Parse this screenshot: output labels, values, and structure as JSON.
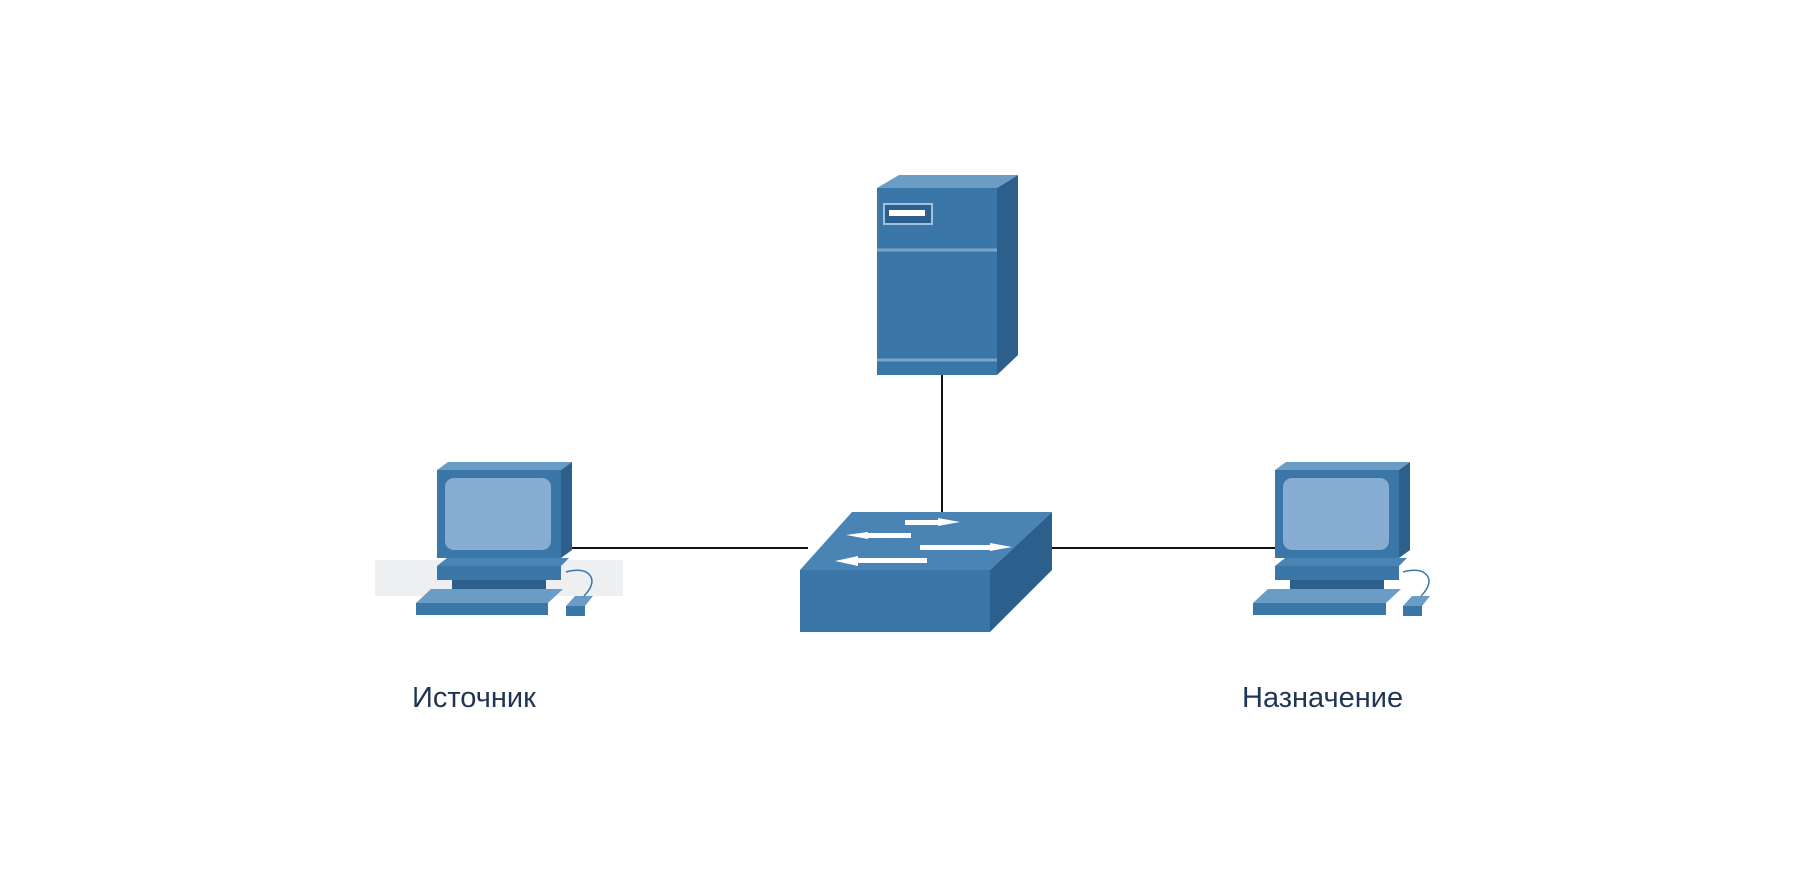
{
  "diagram": {
    "nodes": [
      {
        "id": "server",
        "icon": "server-icon",
        "label": ""
      },
      {
        "id": "switch",
        "icon": "network-switch-icon",
        "label": ""
      },
      {
        "id": "source",
        "icon": "desktop-computer-icon",
        "label": "Источник"
      },
      {
        "id": "destination",
        "icon": "desktop-computer-icon",
        "label": "Назначение"
      }
    ],
    "links": [
      {
        "from": "server",
        "to": "switch"
      },
      {
        "from": "source",
        "to": "switch"
      },
      {
        "from": "switch",
        "to": "destination"
      }
    ],
    "colors": {
      "device_front": "#3b76a8",
      "device_top": "#6a9cc6",
      "device_side": "#2d5f8c",
      "screen": "#87aed2",
      "link": "#111111",
      "label": "#1f3556"
    }
  }
}
